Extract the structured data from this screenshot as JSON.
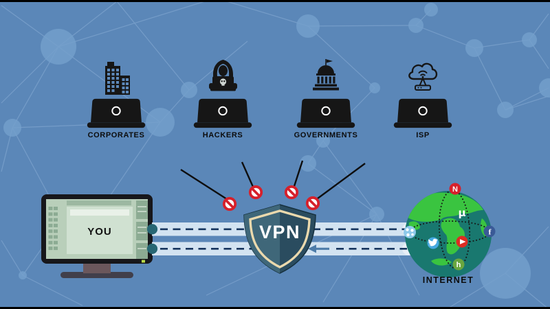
{
  "diagram": {
    "entities": [
      {
        "label": "CORPORATES",
        "icon": "building-icon"
      },
      {
        "label": "HACKERS",
        "icon": "hacker-icon"
      },
      {
        "label": "GOVERNMENTS",
        "icon": "government-building-icon"
      },
      {
        "label": "ISP",
        "icon": "cloud-router-icon"
      }
    ],
    "computer": {
      "screen_label": "YOU"
    },
    "shield": {
      "label": "VPN"
    },
    "internet": {
      "label": "INTERNET",
      "netflix_letter": "N",
      "facebook_letter": "f",
      "hulu_letter": "h",
      "utorrent_letter": "μ"
    },
    "colors": {
      "background": "#5b87b8",
      "network_lines": "#8fb2d8",
      "tunnel_band": "#d3e3f1",
      "tunnel_dash": "#16355e",
      "tunnel_cap": "#276673",
      "arrow": "#4d7ca9",
      "shield_left": "#3f6779",
      "shield_right": "#2a4c5f",
      "shield_border": "#ead9ad",
      "prohibit_red": "#d6202b",
      "icon_black": "#161616",
      "monitor_screen": "#b9cfba",
      "globe_ocean": "#19786f",
      "globe_land": "#3ac440",
      "netflix": "#d6202b",
      "youtube": "#dd2c23",
      "facebook": "#3a5a97",
      "twitter": "#45a9e0",
      "hulu": "#6aa63f",
      "ball": "#8ec9ea"
    }
  }
}
